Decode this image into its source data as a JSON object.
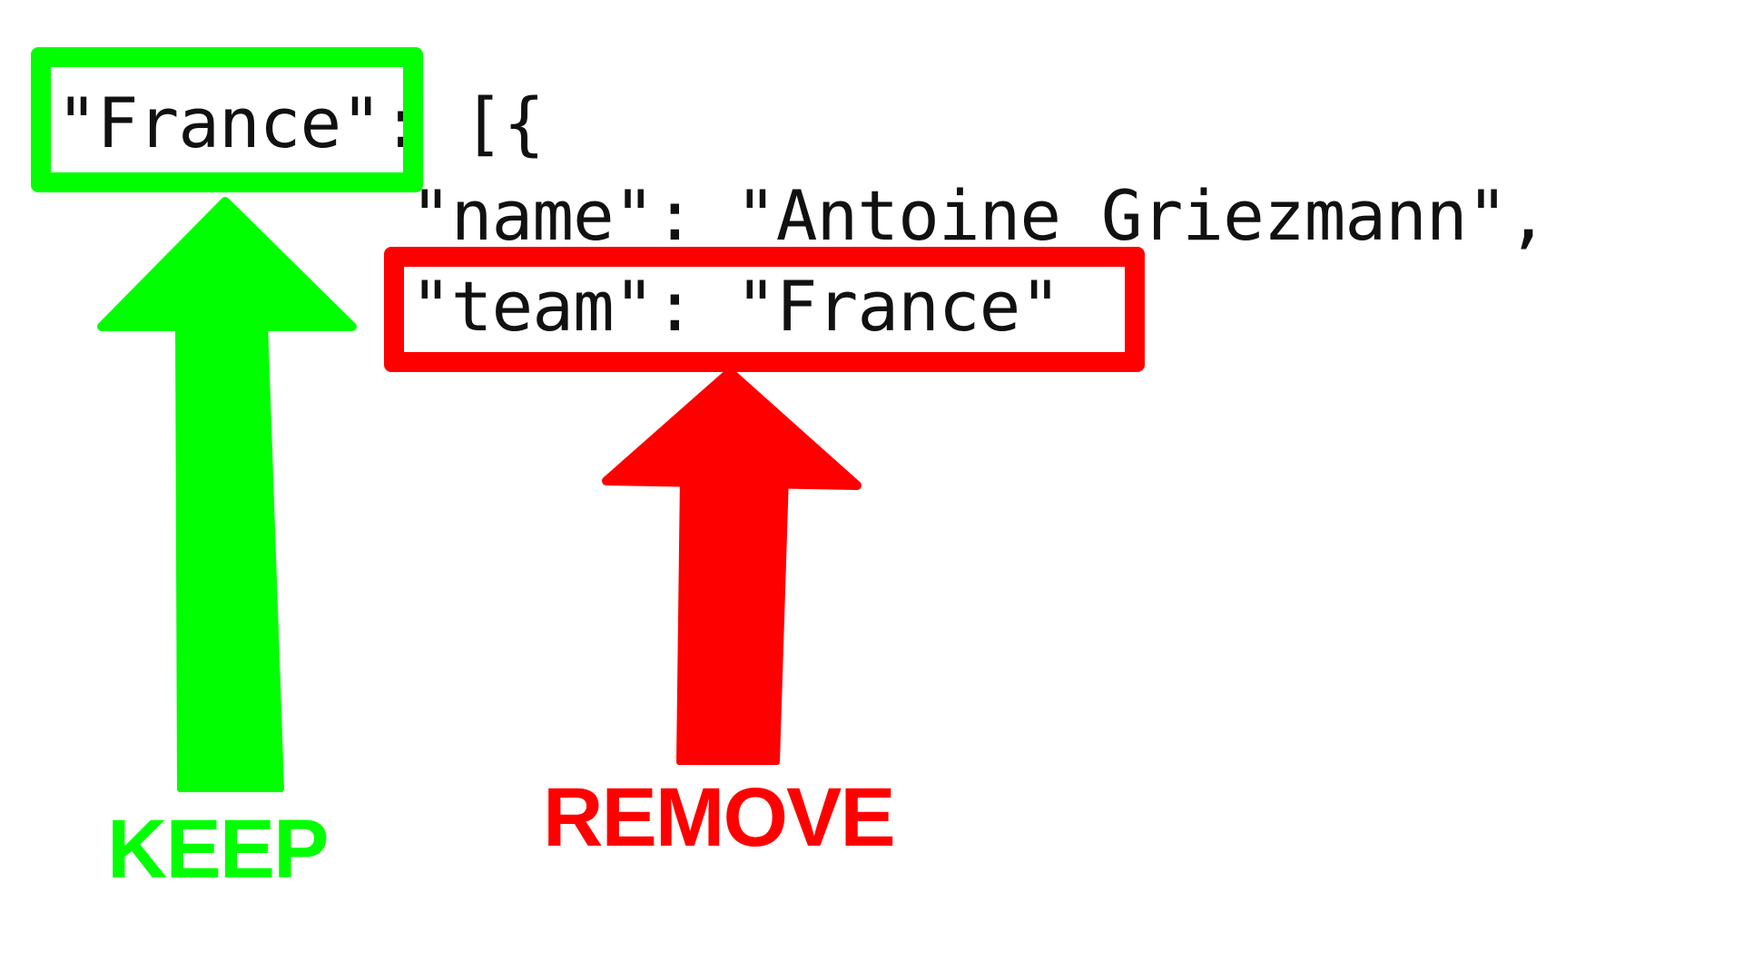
{
  "code": {
    "line1": "\"France\": [{",
    "line2": "\"name\": \"Antoine Griezmann\",",
    "line3": "\"team\": \"France\""
  },
  "annotations": {
    "keep": {
      "label": "KEEP",
      "target": "\"France\"",
      "color": "#00ff00",
      "icon": "up-arrow-icon"
    },
    "remove": {
      "label": "REMOVE",
      "target": "\"team\": \"France\"",
      "color": "#ff0000",
      "icon": "up-arrow-icon"
    }
  }
}
